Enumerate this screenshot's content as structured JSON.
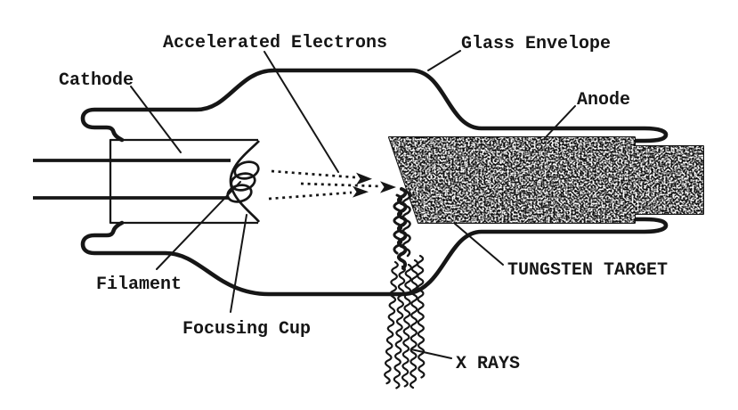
{
  "canvas": {
    "background": "#ffffff",
    "ink": "#161616",
    "anode_fill": "#0e0e0e"
  },
  "labels": {
    "accelerated_electrons": "Accelerated Electrons",
    "glass_envelope": "Glass Envelope",
    "cathode": "Cathode",
    "anode": "Anode",
    "filament": "Filament",
    "focusing_cup": "Focusing Cup",
    "tungsten_target": "TUNGSTEN TARGET",
    "x_rays": "X RAYS"
  }
}
